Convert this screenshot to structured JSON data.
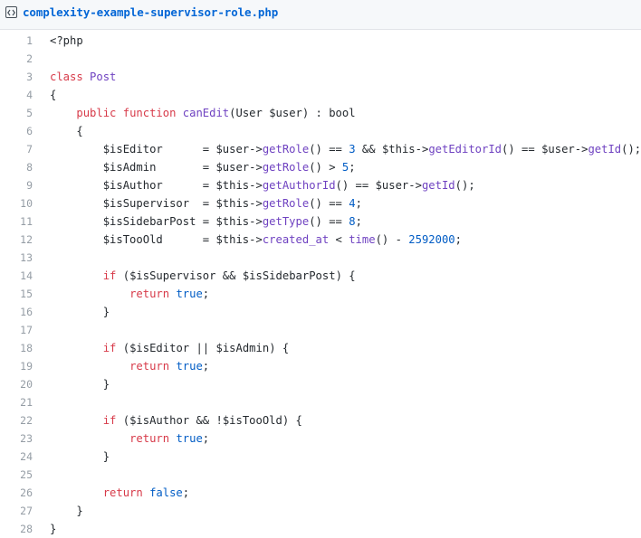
{
  "file": {
    "name": "complexity-example-supervisor-role.php",
    "icon": "code-file-icon"
  },
  "lines": [
    {
      "n": "1",
      "tokens": [
        {
          "t": "<?php",
          "c": "v"
        }
      ]
    },
    {
      "n": "2",
      "tokens": []
    },
    {
      "n": "3",
      "tokens": [
        {
          "t": "class",
          "c": "k"
        },
        {
          "t": " "
        },
        {
          "t": "Post",
          "c": "f"
        }
      ]
    },
    {
      "n": "4",
      "tokens": [
        {
          "t": "{"
        }
      ]
    },
    {
      "n": "5",
      "tokens": [
        {
          "t": "    "
        },
        {
          "t": "public",
          "c": "k"
        },
        {
          "t": " "
        },
        {
          "t": "function",
          "c": "k"
        },
        {
          "t": " "
        },
        {
          "t": "canEdit",
          "c": "f"
        },
        {
          "t": "(User "
        },
        {
          "t": "$user",
          "c": "v"
        },
        {
          "t": ") : bool"
        }
      ]
    },
    {
      "n": "6",
      "tokens": [
        {
          "t": "    {"
        }
      ]
    },
    {
      "n": "7",
      "tokens": [
        {
          "t": "        "
        },
        {
          "t": "$isEditor",
          "c": "v"
        },
        {
          "t": "      = "
        },
        {
          "t": "$user",
          "c": "v"
        },
        {
          "t": "->"
        },
        {
          "t": "getRole",
          "c": "f"
        },
        {
          "t": "() == "
        },
        {
          "t": "3",
          "c": "n"
        },
        {
          "t": " && "
        },
        {
          "t": "$this",
          "c": "v"
        },
        {
          "t": "->"
        },
        {
          "t": "getEditorId",
          "c": "f"
        },
        {
          "t": "() == "
        },
        {
          "t": "$user",
          "c": "v"
        },
        {
          "t": "->"
        },
        {
          "t": "getId",
          "c": "f"
        },
        {
          "t": "();"
        }
      ]
    },
    {
      "n": "8",
      "tokens": [
        {
          "t": "        "
        },
        {
          "t": "$isAdmin",
          "c": "v"
        },
        {
          "t": "       = "
        },
        {
          "t": "$user",
          "c": "v"
        },
        {
          "t": "->"
        },
        {
          "t": "getRole",
          "c": "f"
        },
        {
          "t": "() > "
        },
        {
          "t": "5",
          "c": "n"
        },
        {
          "t": ";"
        }
      ]
    },
    {
      "n": "9",
      "tokens": [
        {
          "t": "        "
        },
        {
          "t": "$isAuthor",
          "c": "v"
        },
        {
          "t": "      = "
        },
        {
          "t": "$this",
          "c": "v"
        },
        {
          "t": "->"
        },
        {
          "t": "getAuthorId",
          "c": "f"
        },
        {
          "t": "() == "
        },
        {
          "t": "$user",
          "c": "v"
        },
        {
          "t": "->"
        },
        {
          "t": "getId",
          "c": "f"
        },
        {
          "t": "();"
        }
      ]
    },
    {
      "n": "10",
      "tokens": [
        {
          "t": "        "
        },
        {
          "t": "$isSupervisor",
          "c": "v"
        },
        {
          "t": "  = "
        },
        {
          "t": "$this",
          "c": "v"
        },
        {
          "t": "->"
        },
        {
          "t": "getRole",
          "c": "f"
        },
        {
          "t": "() == "
        },
        {
          "t": "4",
          "c": "n"
        },
        {
          "t": ";"
        }
      ]
    },
    {
      "n": "11",
      "tokens": [
        {
          "t": "        "
        },
        {
          "t": "$isSidebarPost",
          "c": "v"
        },
        {
          "t": " = "
        },
        {
          "t": "$this",
          "c": "v"
        },
        {
          "t": "->"
        },
        {
          "t": "getType",
          "c": "f"
        },
        {
          "t": "() == "
        },
        {
          "t": "8",
          "c": "n"
        },
        {
          "t": ";"
        }
      ]
    },
    {
      "n": "12",
      "tokens": [
        {
          "t": "        "
        },
        {
          "t": "$isTooOld",
          "c": "v"
        },
        {
          "t": "      = "
        },
        {
          "t": "$this",
          "c": "v"
        },
        {
          "t": "->"
        },
        {
          "t": "created_at",
          "c": "f"
        },
        {
          "t": " < "
        },
        {
          "t": "time",
          "c": "f"
        },
        {
          "t": "() - "
        },
        {
          "t": "2592000",
          "c": "n"
        },
        {
          "t": ";"
        }
      ]
    },
    {
      "n": "13",
      "tokens": []
    },
    {
      "n": "14",
      "tokens": [
        {
          "t": "        "
        },
        {
          "t": "if",
          "c": "k"
        },
        {
          "t": " ("
        },
        {
          "t": "$isSupervisor",
          "c": "v"
        },
        {
          "t": " && "
        },
        {
          "t": "$isSidebarPost",
          "c": "v"
        },
        {
          "t": ") {"
        }
      ]
    },
    {
      "n": "15",
      "tokens": [
        {
          "t": "            "
        },
        {
          "t": "return",
          "c": "k"
        },
        {
          "t": " "
        },
        {
          "t": "true",
          "c": "n"
        },
        {
          "t": ";"
        }
      ]
    },
    {
      "n": "16",
      "tokens": [
        {
          "t": "        }"
        }
      ]
    },
    {
      "n": "17",
      "tokens": []
    },
    {
      "n": "18",
      "tokens": [
        {
          "t": "        "
        },
        {
          "t": "if",
          "c": "k"
        },
        {
          "t": " ("
        },
        {
          "t": "$isEditor",
          "c": "v"
        },
        {
          "t": " || "
        },
        {
          "t": "$isAdmin",
          "c": "v"
        },
        {
          "t": ") {"
        }
      ]
    },
    {
      "n": "19",
      "tokens": [
        {
          "t": "            "
        },
        {
          "t": "return",
          "c": "k"
        },
        {
          "t": " "
        },
        {
          "t": "true",
          "c": "n"
        },
        {
          "t": ";"
        }
      ]
    },
    {
      "n": "20",
      "tokens": [
        {
          "t": "        }"
        }
      ]
    },
    {
      "n": "21",
      "tokens": []
    },
    {
      "n": "22",
      "tokens": [
        {
          "t": "        "
        },
        {
          "t": "if",
          "c": "k"
        },
        {
          "t": " ("
        },
        {
          "t": "$isAuthor",
          "c": "v"
        },
        {
          "t": " && !"
        },
        {
          "t": "$isTooOld",
          "c": "v"
        },
        {
          "t": ") {"
        }
      ]
    },
    {
      "n": "23",
      "tokens": [
        {
          "t": "            "
        },
        {
          "t": "return",
          "c": "k"
        },
        {
          "t": " "
        },
        {
          "t": "true",
          "c": "n"
        },
        {
          "t": ";"
        }
      ]
    },
    {
      "n": "24",
      "tokens": [
        {
          "t": "        }"
        }
      ]
    },
    {
      "n": "25",
      "tokens": []
    },
    {
      "n": "26",
      "tokens": [
        {
          "t": "        "
        },
        {
          "t": "return",
          "c": "k"
        },
        {
          "t": " "
        },
        {
          "t": "false",
          "c": "n"
        },
        {
          "t": ";"
        }
      ]
    },
    {
      "n": "27",
      "tokens": [
        {
          "t": "    }"
        }
      ]
    },
    {
      "n": "28",
      "tokens": [
        {
          "t": "}"
        }
      ]
    }
  ],
  "colors": {
    "keyword": "#d73a49",
    "function": "#6f42c1",
    "number": "#005cc5",
    "text": "#24292e",
    "line_number": "#959da5",
    "file_name": "#0366d6"
  }
}
